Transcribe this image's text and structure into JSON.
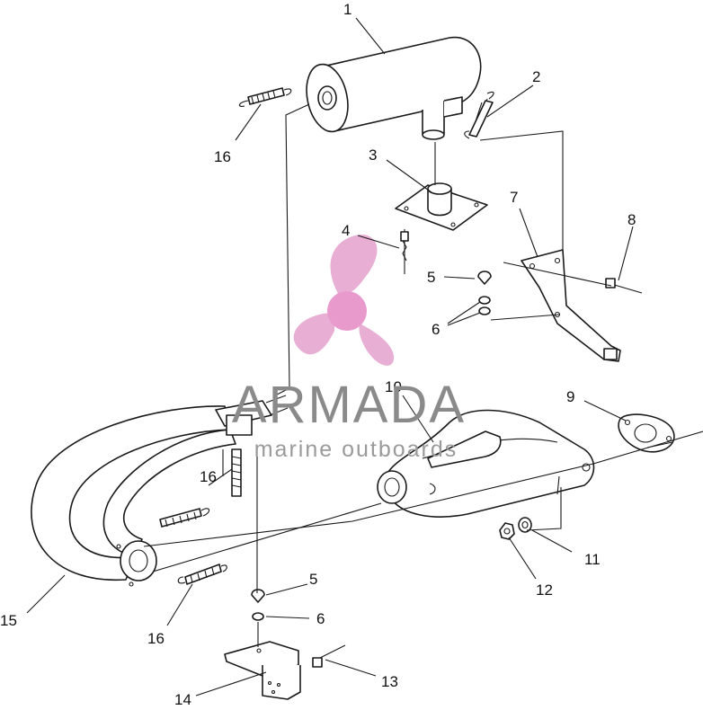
{
  "diagram": {
    "watermark": {
      "brand": "ARMADA",
      "tagline": "marine outboards",
      "logo_color": "#e6a6cf",
      "logo_center_color": "#e690c8",
      "text_color": "#8a8a8a"
    },
    "callouts": [
      {
        "id": "c1",
        "label": "1"
      },
      {
        "id": "c2",
        "label": "2"
      },
      {
        "id": "c3",
        "label": "3"
      },
      {
        "id": "c4",
        "label": "4"
      },
      {
        "id": "c5a",
        "label": "5"
      },
      {
        "id": "c5b",
        "label": "5"
      },
      {
        "id": "c6a",
        "label": "6"
      },
      {
        "id": "c6b",
        "label": "6"
      },
      {
        "id": "c7",
        "label": "7"
      },
      {
        "id": "c8",
        "label": "8"
      },
      {
        "id": "c9",
        "label": "9"
      },
      {
        "id": "c10",
        "label": "10"
      },
      {
        "id": "c11",
        "label": "11"
      },
      {
        "id": "c12",
        "label": "12"
      },
      {
        "id": "c13",
        "label": "13"
      },
      {
        "id": "c14",
        "label": "14"
      },
      {
        "id": "c15",
        "label": "15"
      },
      {
        "id": "c16a",
        "label": "16"
      },
      {
        "id": "c16b",
        "label": "16"
      },
      {
        "id": "c16c",
        "label": "16"
      }
    ]
  }
}
